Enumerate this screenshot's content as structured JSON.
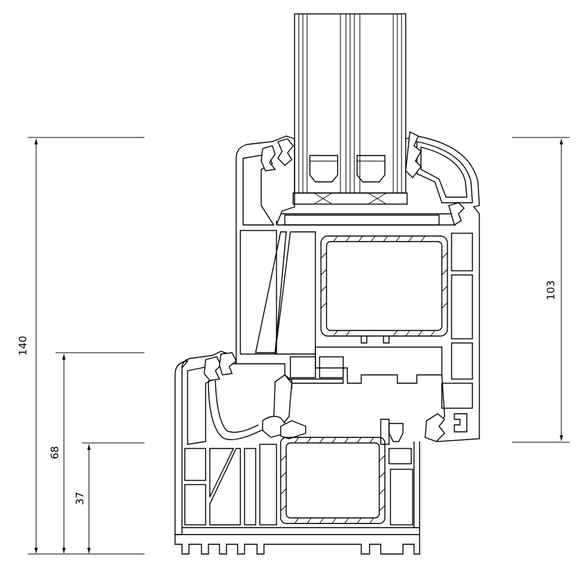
{
  "dimensions": {
    "overall": "140",
    "sash_height": "103",
    "upper_step": "68",
    "lower_step": "37"
  }
}
